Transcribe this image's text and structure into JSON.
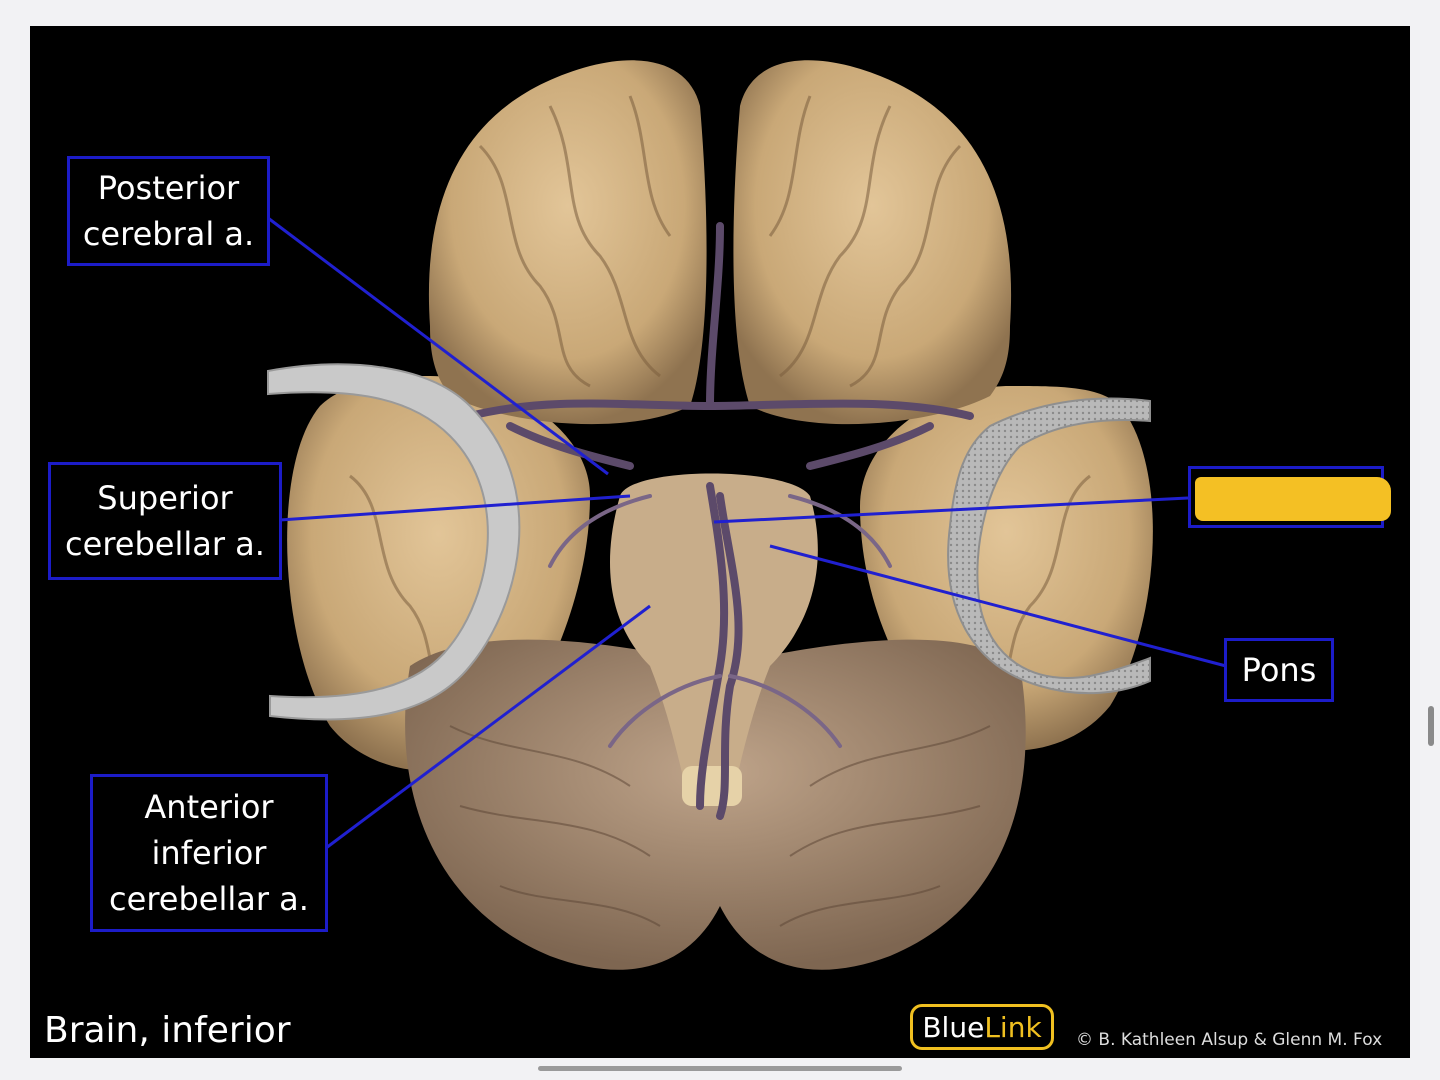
{
  "labels": {
    "posterior_cerebral": "Posterior\ncerebral a.",
    "superior_cerebellar": "Superior\ncerebellar a.",
    "anterior_inferior_cerebellar": "Anterior\ninferior\ncerebellar a.",
    "pons": "Pons"
  },
  "caption": "Brain, inferior",
  "logo": {
    "blue": "Blue",
    "link": "Link"
  },
  "copyright": "© B. Kathleen Alsup & Glenn M. Fox",
  "colors": {
    "background": "#000000",
    "label_border": "#1c1cc8",
    "leader_line": "#2020d0",
    "highlight_mask": "#f4c024",
    "logo_accent": "#f0c020"
  }
}
